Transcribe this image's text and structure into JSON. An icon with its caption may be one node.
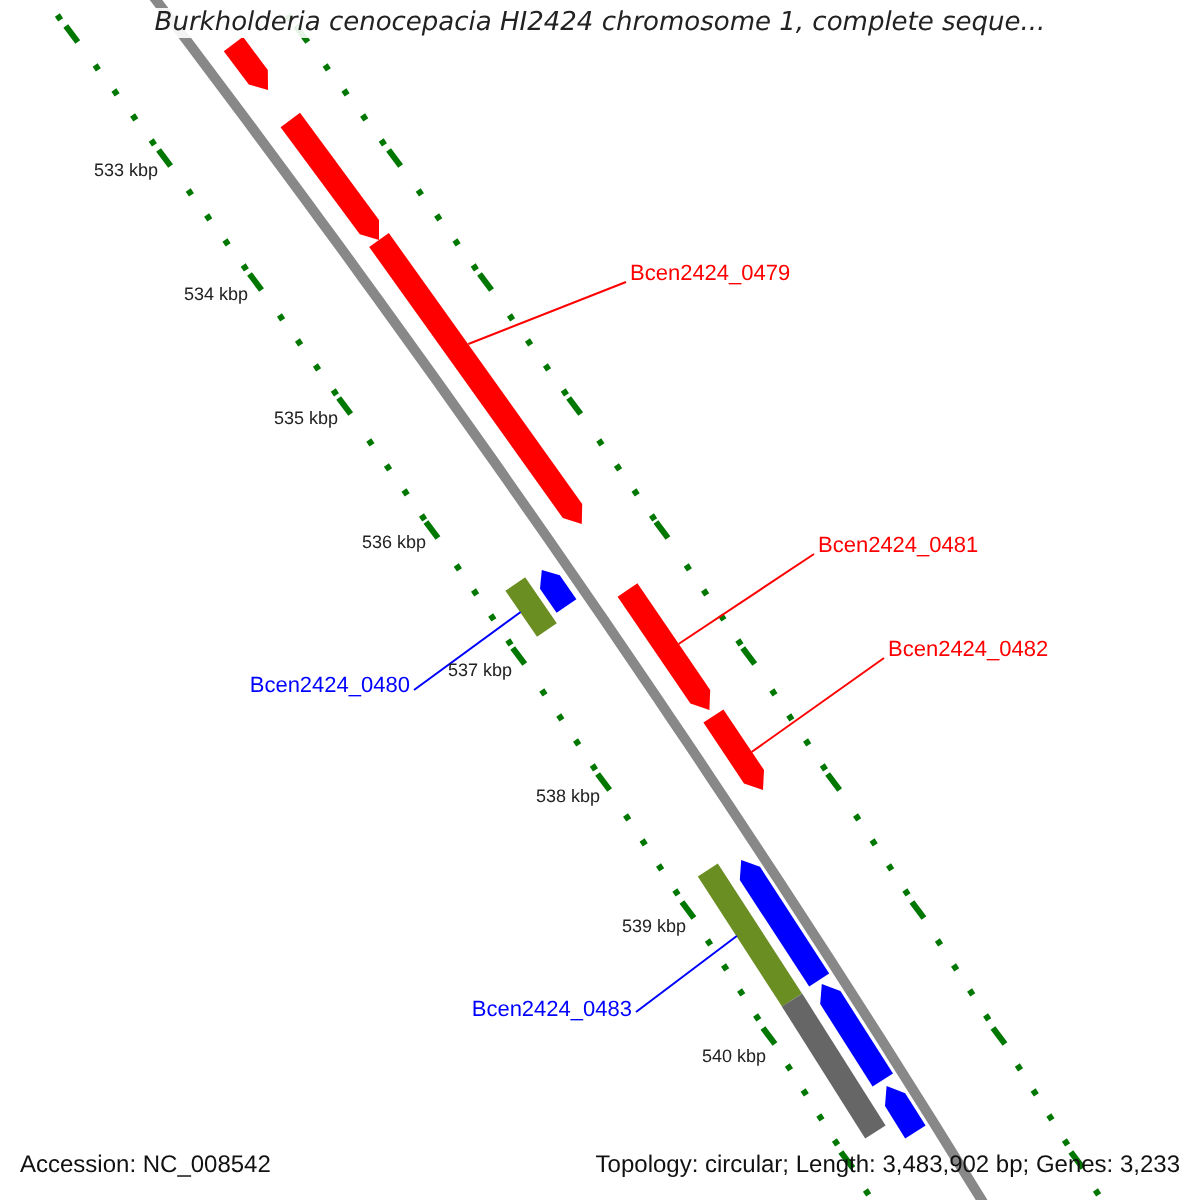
{
  "diagram": {
    "title": "Burkholderia cenocepacia HI2424 chromosome 1, complete seque...",
    "nodes": [
      {
        "text": [],
        "shape": "bar"
      },
      {
        "text": [],
        "shape": "bar"
      },
      {
        "text": [],
        "shape": "bar"
      },
      {
        "text": [
          "Bcen2424_0479"
        ]
      },
      {
        "text": [
          "Bcen2424_0481"
        ]
      },
      {
        "text": [],
        "shape": "bar"
      },
      {
        "text": [],
        "shape": "bar"
      },
      {
        "text": [],
        "shape": "bar"
      },
      {
        "text": [
          "Bcen2424_0482"
        ]
      },
      {
        "text": [
          "Bcen2424_0480"
        ]
      },
      {
        "text": [],
        "shape": "bar"
      },
      {
        "text": [],
        "shape": "bar"
      },
      {
        "text": [],
        "shape": "bar"
      },
      {
        "text": [
          "Bcen2424_0483"
        ]
      },
      {
        "text": [],
        "shape": "bar"
      },
      {
        "text": [],
        "shape": "bar"
      },
      {
        "text": [],
        "shape": "bar"
      }
    ],
    "edges": [
      {
        "from": 3,
        "to": 2,
        "arrow": "none"
      },
      {
        "from": 4,
        "to": 7,
        "arrow": "none"
      },
      {
        "from": 8,
        "to": 10,
        "arrow": "none"
      },
      {
        "from": 9,
        "to": 6,
        "arrow": "none",
        "color": "#0000ff"
      },
      {
        "from": 13,
        "to": 12,
        "arrow": "none",
        "color": "#0000ff"
      }
    ],
    "labels": [
      "533 kbp",
      "534 kbp",
      "535 kbp",
      "536 kbp",
      "537 kbp",
      "538 kbp",
      "539 kbp",
      "540 kbp",
      "Accession: NC_008542",
      "Topology: circular; Length: 3,483,902 bp; Genes: 3,233"
    ]
  }
}
